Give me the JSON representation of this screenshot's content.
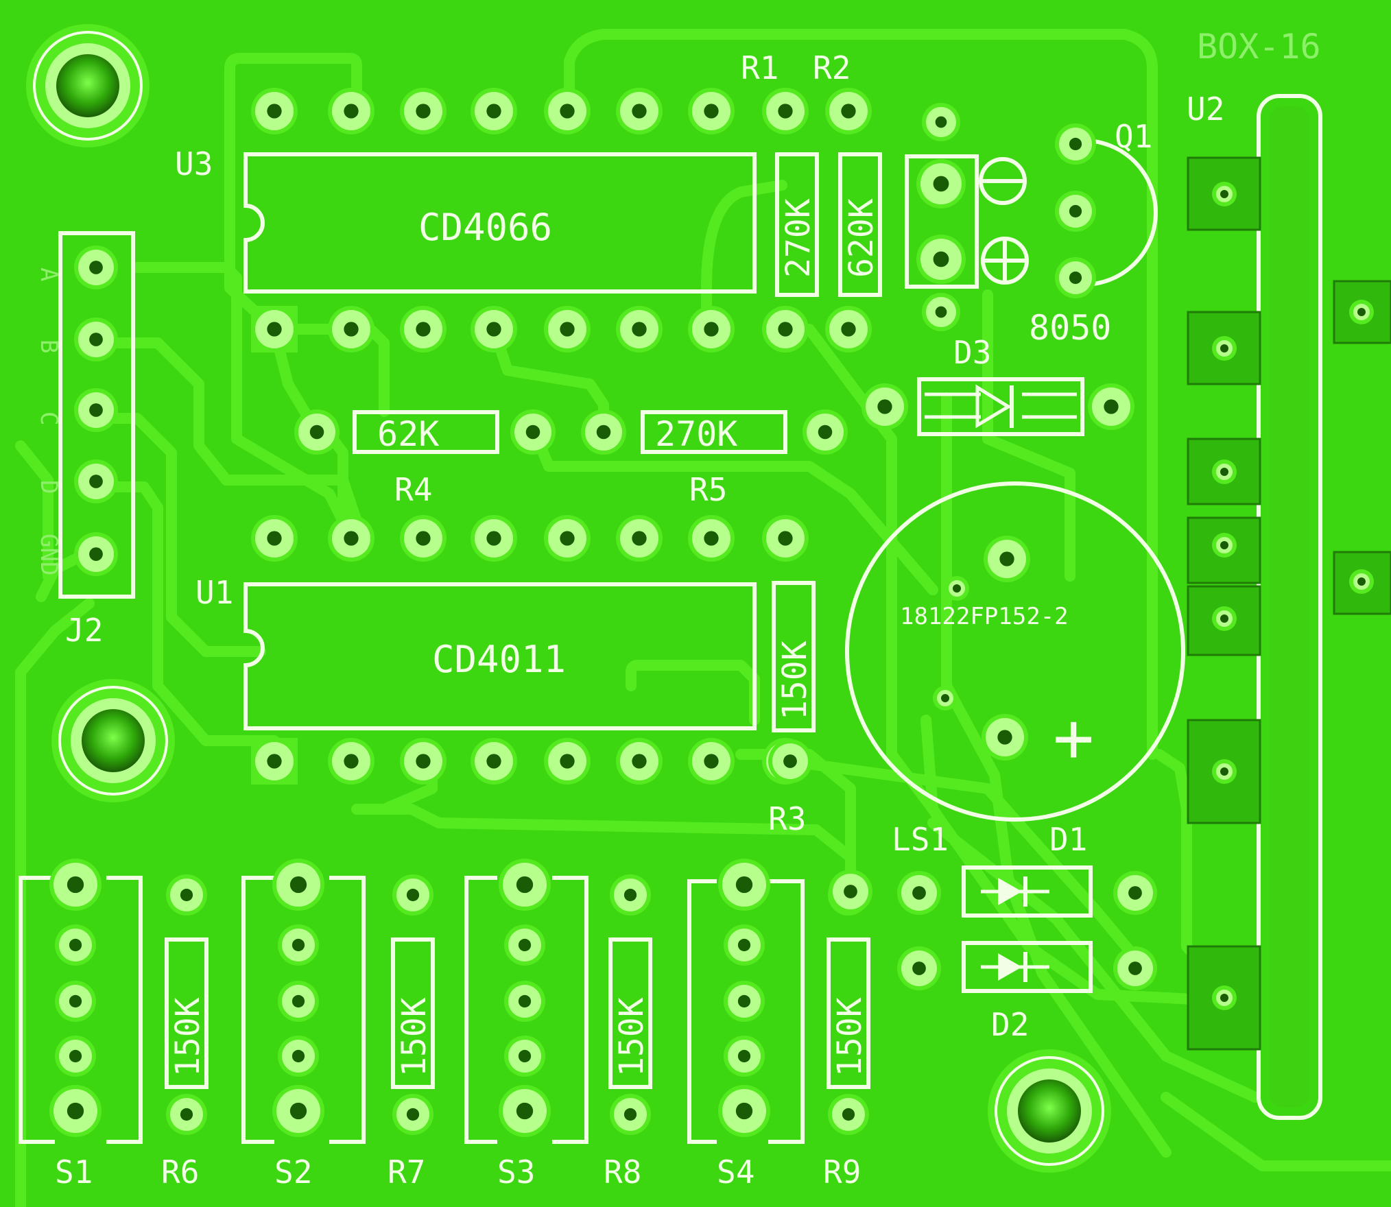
{
  "board": {
    "name": "BOX-16",
    "colors": {
      "substrate": "#39d40f",
      "copper": "#55ea1f",
      "silk": "#f2ffe6",
      "pad_ring": "#b7ff8c",
      "hole": "#1a5c06"
    }
  },
  "components": {
    "u3": {
      "ref": "U3",
      "value": "CD4066"
    },
    "u1": {
      "ref": "U1",
      "value": "CD4011"
    },
    "u2": {
      "ref": "U2"
    },
    "q1": {
      "ref": "Q1",
      "value": "8050"
    },
    "d1": {
      "ref": "D1"
    },
    "d2": {
      "ref": "D2"
    },
    "d3": {
      "ref": "D3"
    },
    "ls1": {
      "ref": "LS1",
      "value": "18122FP152-2",
      "polarity": "+"
    },
    "j2": {
      "ref": "J2",
      "pins": [
        "A",
        "B",
        "C",
        "D",
        "GND"
      ]
    },
    "r1": {
      "ref": "R1",
      "value": "270K"
    },
    "r2": {
      "ref": "R2",
      "value": "620K"
    },
    "r3": {
      "ref": "R3",
      "value": "150K"
    },
    "r4": {
      "ref": "R4",
      "value": "62K"
    },
    "r5": {
      "ref": "R5",
      "value": "270K"
    },
    "r6": {
      "ref": "R6",
      "value": "150K"
    },
    "r7": {
      "ref": "R7",
      "value": "150K"
    },
    "r8": {
      "ref": "R8",
      "value": "150K"
    },
    "r9": {
      "ref": "R9",
      "value": "150K"
    },
    "s1": {
      "ref": "S1"
    },
    "s2": {
      "ref": "S2"
    },
    "s3": {
      "ref": "S3"
    },
    "s4": {
      "ref": "S4"
    }
  }
}
